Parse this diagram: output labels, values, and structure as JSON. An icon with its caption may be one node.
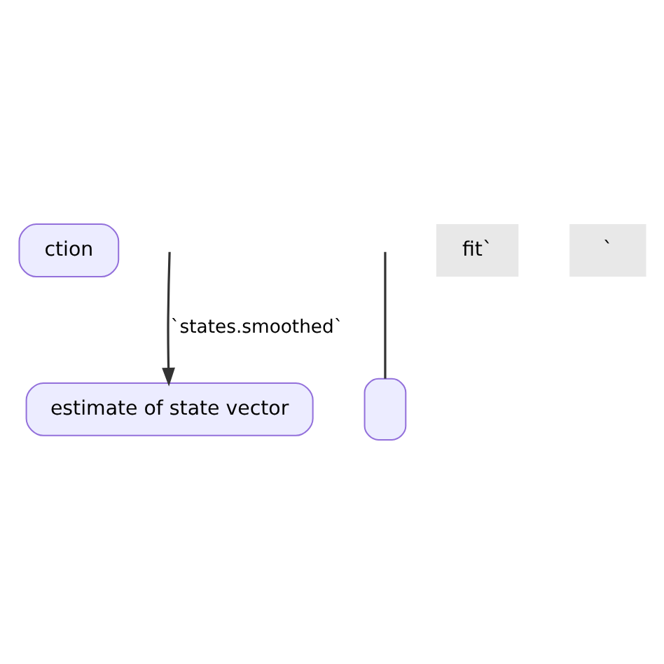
{
  "diagram": {
    "nodes": [
      {
        "text": [
          "ction"
        ]
      },
      {
        "text": [
          "estimate of state vector"
        ]
      },
      {
        "text": [],
        "shape": "box"
      }
    ],
    "edges": [
      {
        "from": null,
        "to": 1,
        "arrow": "to",
        "label": "`states.smoothed`"
      },
      {
        "from": null,
        "to": 2,
        "arrow": "none"
      }
    ],
    "labels": [
      "fit`",
      "`"
    ]
  }
}
